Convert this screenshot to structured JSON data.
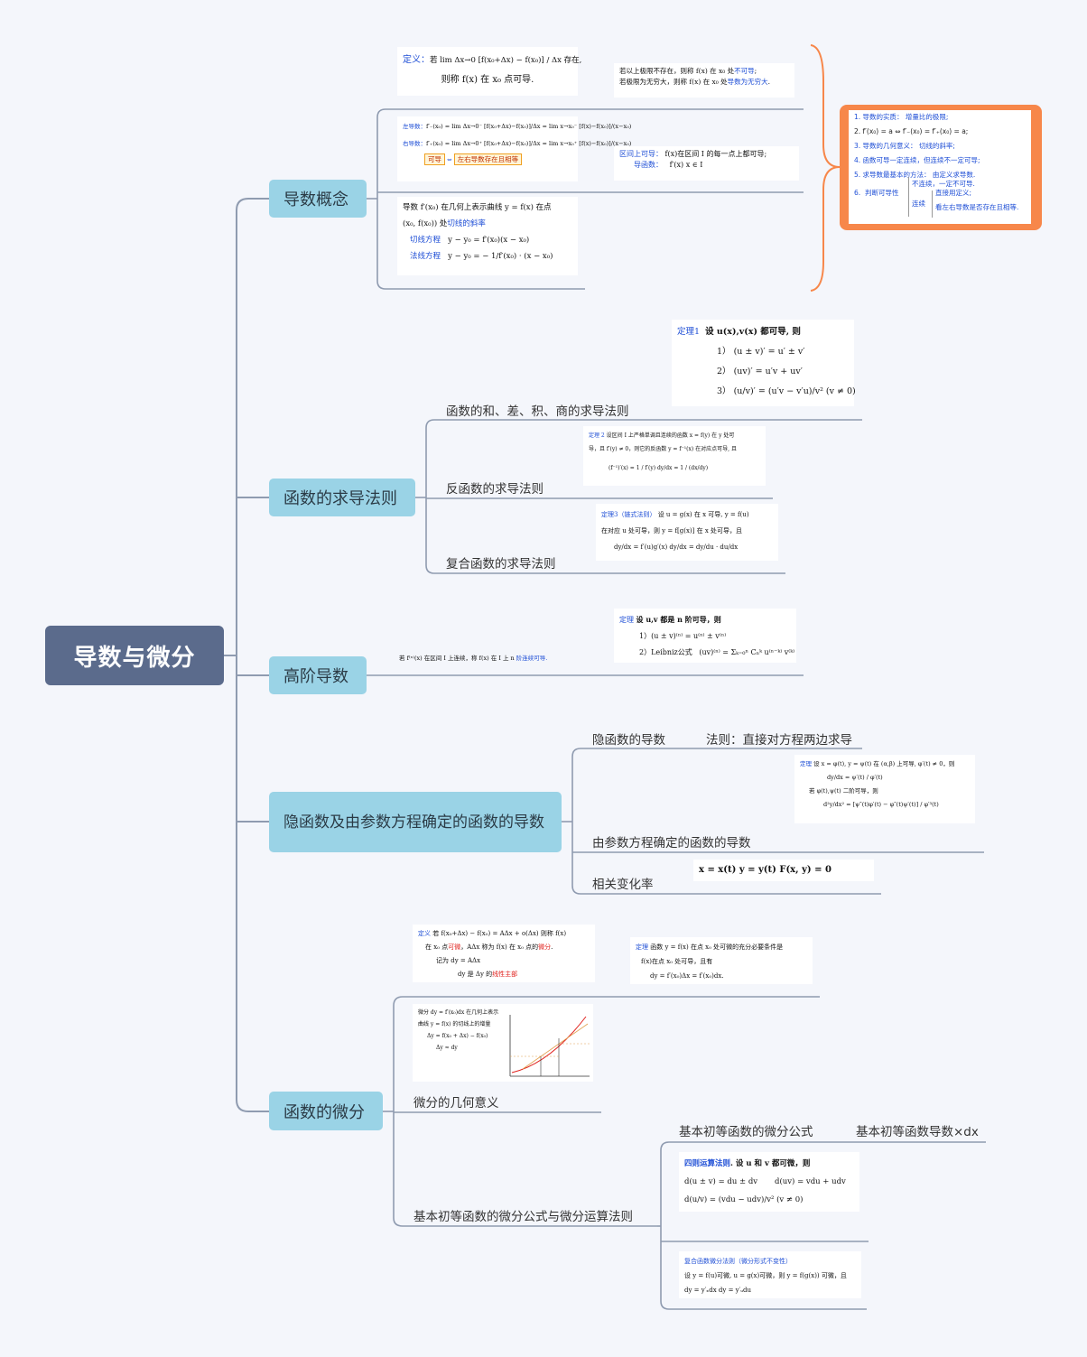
{
  "root": "导数与微分",
  "topics": [
    "导数概念",
    "函数的求导法则",
    "高阶导数",
    "隐函数及由参数方程确定的函数的导数",
    "函数的微分"
  ],
  "concept": {
    "def_prefix": "定义：",
    "def_text": "若 lim Δx→0 [f(x₀+Δx) − f(x₀)] / Δx 存在,",
    "def_line2": "则称 f(x) 在 x₀ 点可导.",
    "note_line1_a": "若以上极限不存在，则称 f(x) 在 x₀ 处",
    "note_line1_b": "不可导",
    "note_line2_a": "若极限为无穷大，则称 f(x) 在 x₀ 处",
    "note_line2_b": "导数为无穷大",
    "left_deriv_label": "左导数：",
    "left_deriv": "f′₋(x₀) = lim Δx→0⁻ [f(x₀+Δx)−f(x₀)]/Δx = lim x→x₀⁻ [f(x)−f(x₀)]/(x−x₀)",
    "right_deriv_label": "右导数：",
    "right_deriv": "f′₊(x₀) = lim Δx→0⁺ [f(x₀+Δx)−f(x₀)]/Δx = lim x→x₀⁺ [f(x)−f(x₀)]/(x−x₀)",
    "tag_a": "可导",
    "tag_mid": "⇔",
    "tag_b": "左右导数存在且相等",
    "interval_label": "区间上可导：",
    "interval_text": "f(x)在区间 I 的每一点上都可导;",
    "derived_label": "导函数：",
    "derived_text": "f′(x)    x ∈ I",
    "geo_line1": "导数 f′(x₀) 在几何上表示曲线 y = f(x) 在点",
    "geo_line2_a": "(x₀, f(x₀)) 处",
    "geo_line2_b": "切线的斜率",
    "tangent_label": "切线方程",
    "tangent_eq": "y − y₀ = f′(x₀)(x − x₀)",
    "normal_label": "法线方程",
    "normal_eq": "y − y₀ = − 1/f′(x₀) · (x − x₀)"
  },
  "summary": {
    "items": [
      {
        "n": "1.",
        "t": "导数的实质：  增量比的极限;"
      },
      {
        "n": "2.",
        "t": "f′(x₀) = a ⇔ f′₋(x₀) = f′₊(x₀) = a;"
      },
      {
        "n": "3.",
        "t": "导数的几何意义：  切线的斜率;"
      },
      {
        "n": "4.",
        "t": "函数可导一定连续，但连续不一定可导;"
      },
      {
        "n": "5.",
        "t": "求导数最基本的方法：  由定义求导数."
      },
      {
        "n": "6.",
        "t": "判断可导性"
      }
    ],
    "sub_a": "不连续，一定不可导.",
    "sub_b_label": "连续",
    "sub_b1": "直接用定义;",
    "sub_b2": "看左右导数是否存在且相等."
  },
  "rules": {
    "thm1_title": "定理1",
    "thm1_intro": "设 u(x),v(x) 都可导, 则",
    "thm1_1": "1）  (u ± v)′ = u′ ± v′",
    "thm1_2": "2）  (uv)′ = u′v + uv′",
    "thm1_3": "3）  (u/v)′ = (u′v − v′u)/v²      (v ≠ 0)",
    "label_sum": "函数的和、差、积、商的求导法则",
    "thm2_title": "定理 2",
    "thm2_line1": "设区间 I 上严格单调且连续的函数 x = f(y) 在 y 处可",
    "thm2_line2": "导，且 f′(y) ≠ 0，则它的反函数 y = f⁻¹(x) 在对应点可导, 且",
    "thm2_line3": "(f⁻¹)′(x) = 1 / f′(y)        dy/dx = 1 / (dx/dy)",
    "label_inverse": "反函数的求导法则",
    "thm3_title": "定理3（链式法则）",
    "thm3_line1": "设 u = g(x) 在 x 可导,  y = f(u)",
    "thm3_line2": "在对应 u 处可导，则 y = f[g(x)] 在 x 处可导，且",
    "thm3_line3": "dy/dx = f′(u)g′(x)      dy/dx = dy/du · du/dx",
    "label_chain": "复合函数的求导法则"
  },
  "higher": {
    "note": "若 f⁽ⁿ⁾(x) 在区间 I 上连续，称 f(x) 在 I 上 n",
    "note_b": "阶连续可导.",
    "thm_title": "定理",
    "thm_intro": "设 u,v 都是 n 阶可导，则",
    "thm_1": "1）(u ± v)⁽ⁿ⁾ = u⁽ⁿ⁾ ± v⁽ⁿ⁾",
    "thm_2_label": "2）Leibniz公式",
    "thm_2": "(uv)⁽ⁿ⁾ = Σₖ₌₀ⁿ Cₙᵏ u⁽ⁿ⁻ᵏ⁾ v⁽ᵏ⁾"
  },
  "implicit": {
    "label_implicit": "隐函数的导数",
    "label_method": "法则：直接对方程两边求导",
    "param_title": "定理",
    "param_line1": "设 x = φ(t), y = ψ(t) 在 (α,β) 上可导, φ′(t) ≠ 0，则",
    "param_line2": "dy/dx = ψ′(t) / φ′(t)",
    "param_line3": "若 φ(t),ψ(t) 二阶可导，则",
    "param_line4": "d²y/dx² = [ψ″(t)φ′(t) − φ″(t)ψ′(t)] / φ′³(t)",
    "label_param": "由参数方程确定的函数的导数",
    "label_rate": "相关变化率",
    "rate_formula": "x = x(t)      y = y(t)          F(x, y) = 0"
  },
  "differential": {
    "def_title": "定义",
    "def_line1": "若  f(x₀+Δx) − f(x₀) = AΔx + o(Δx)  则称  f(x)",
    "def_line2_a": "在 x₀ 点",
    "def_line2_b": "可微",
    "def_line2_c": "，AΔx 称为 f(x) 在 x₀ 点的",
    "def_line2_d": "微分",
    "def_line3": "记为        dy = AΔx",
    "def_line4_a": "dy  是  Δy  的",
    "def_line4_b": "线性主部",
    "thm_title": "定理",
    "thm_line1": "函数 y = f(x) 在点 x₀ 处可微的充分必要条件是",
    "thm_line2": "f(x)在点 x₀ 处可导，且有",
    "thm_line3": "dy = f′(x₀)Δx = f′(x₀)dx.",
    "geo_line1": "微分 dy = f′(x₀)dx 在几何上表示",
    "geo_line2": "曲线 y = f(x) 的切线上的增量",
    "geo_line3": "Δy = f(x₀ + Δx) − f(x₀)",
    "geo_line4": "Δy ≈ dy",
    "label_geo": "微分的几何意义",
    "label_formula": "基本初等函数的微分公式",
    "label_formula_val": "基本初等函数导数×dx",
    "ops_title": "四则运算法则",
    "ops_intro": ". 设 u 和 v 都可微，则",
    "ops_1": "d(u ± v) = du ± dv",
    "ops_2": "d(uv) = vdu + udv",
    "ops_3": "d(u/v) = (vdu − udv)/v²       (v ≠ 0)",
    "comp_title": "复合函数微分法则（微分形式不变性）",
    "comp_line1": "设 y = f(u)可微, u = g(x)可微，则 y = f(g(x)) 可微，且",
    "comp_line2": "dy = y′ₓdx          dy = y′ᵤdu",
    "label_rules": "基本初等函数的微分公式与微分运算法则"
  }
}
